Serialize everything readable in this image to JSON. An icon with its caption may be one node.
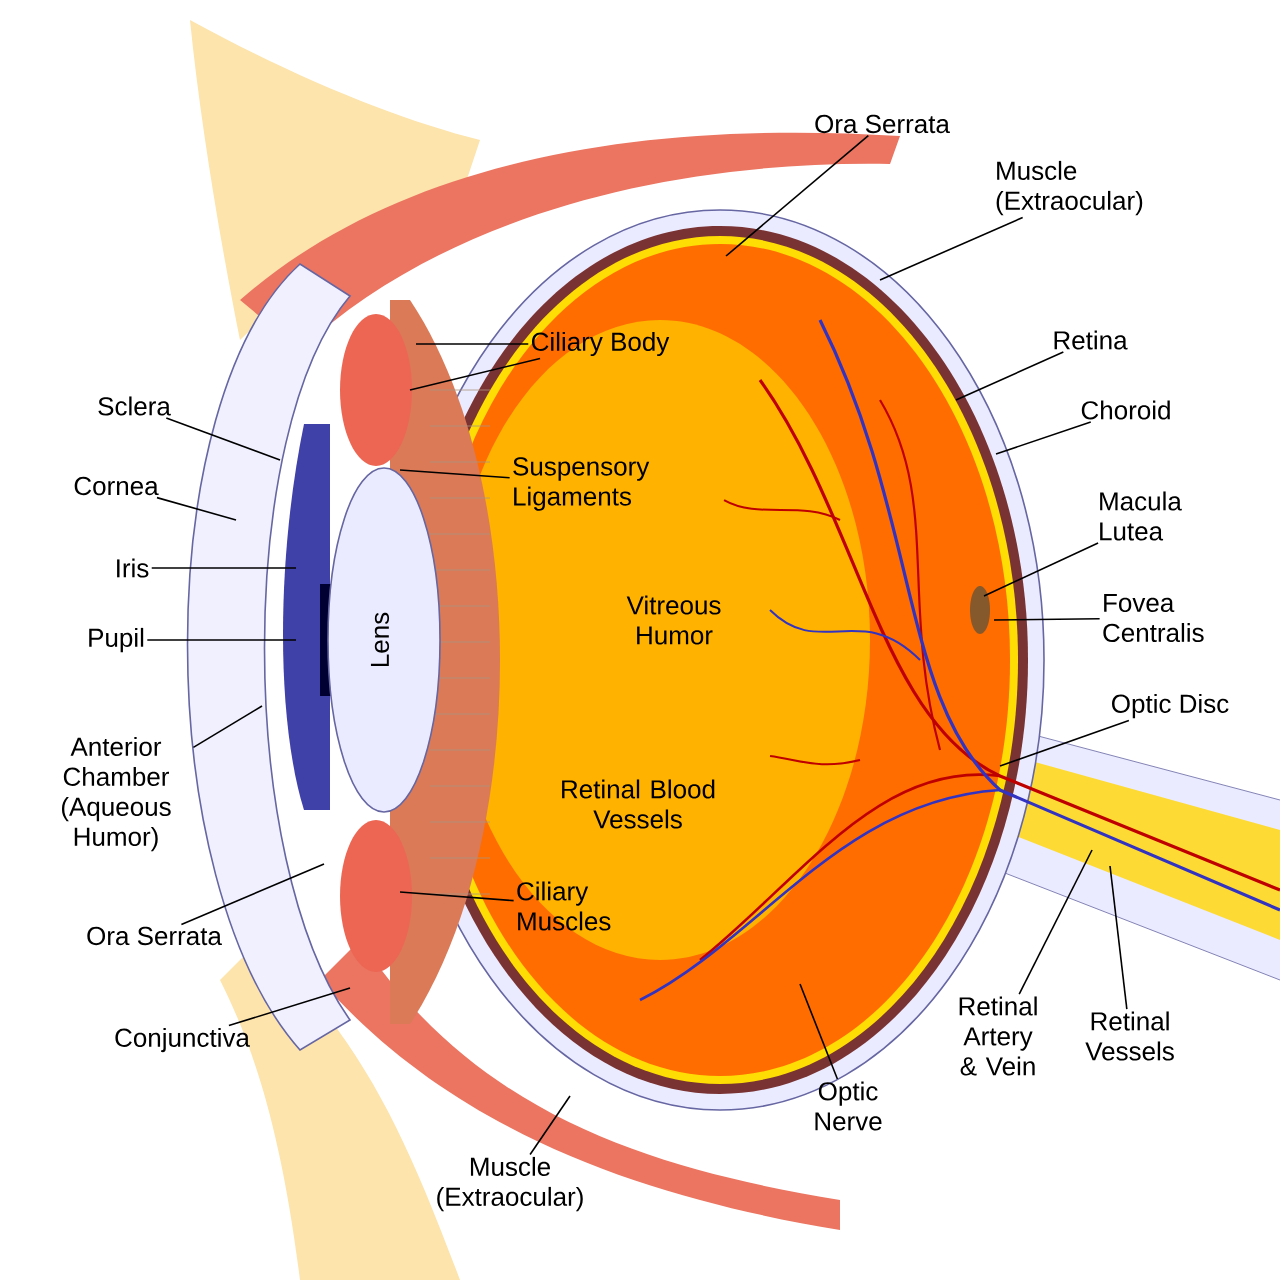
{
  "diagram": {
    "nodes": [
      {
        "text": [
          "Ora Serrata"
        ]
      },
      {
        "text": [
          "Muscle (Extraocular)"
        ]
      },
      {
        "text": [
          "Retina"
        ]
      },
      {
        "text": [
          "Choroid"
        ]
      },
      {
        "text": [
          "Macula Lutea"
        ]
      },
      {
        "text": [
          "Fovea Centralis"
        ]
      },
      {
        "text": [
          "Optic Disc"
        ]
      },
      {
        "text": [
          "Retinal Artery & Vein"
        ]
      },
      {
        "text": [
          "Retinal Vessels"
        ]
      },
      {
        "text": [
          "Optic Nerve"
        ]
      },
      {
        "text": [
          "Muscle (Extraocular)"
        ]
      },
      {
        "text": [
          "Conjunctiva"
        ]
      },
      {
        "text": [
          "Ora Serrata"
        ]
      },
      {
        "text": [
          "Anterior Chamber (Aqueous Humor)"
        ]
      },
      {
        "text": [
          "Pupil"
        ]
      },
      {
        "text": [
          "Iris"
        ]
      },
      {
        "text": [
          "Cornea"
        ]
      },
      {
        "text": [
          "Sclera"
        ]
      },
      {
        "text": [
          "Ciliary Body"
        ]
      },
      {
        "text": [
          "Suspensory Ligaments"
        ]
      },
      {
        "text": [
          "Ciliary Muscles"
        ]
      }
    ],
    "edges": [
      {
        "from": 0,
        "to": null,
        "arrow": "none"
      },
      {
        "from": 1,
        "to": null,
        "arrow": "none"
      },
      {
        "from": 2,
        "to": null,
        "arrow": "none"
      },
      {
        "from": 3,
        "to": null,
        "arrow": "none"
      },
      {
        "from": 4,
        "to": null,
        "arrow": "none"
      },
      {
        "from": 5,
        "to": null,
        "arrow": "none"
      },
      {
        "from": 6,
        "to": null,
        "arrow": "none"
      },
      {
        "from": 7,
        "to": null,
        "arrow": "none"
      },
      {
        "from": 8,
        "to": null,
        "arrow": "none"
      },
      {
        "from": 9,
        "to": null,
        "arrow": "none"
      },
      {
        "from": 10,
        "to": null,
        "arrow": "none"
      },
      {
        "from": 11,
        "to": null,
        "arrow": "none"
      },
      {
        "from": 12,
        "to": null,
        "arrow": "none"
      },
      {
        "from": 13,
        "to": null,
        "arrow": "none"
      },
      {
        "from": 14,
        "to": null,
        "arrow": "none"
      },
      {
        "from": 15,
        "to": null,
        "arrow": "none"
      },
      {
        "from": 16,
        "to": null,
        "arrow": "none"
      },
      {
        "from": 17,
        "to": null,
        "arrow": "none"
      },
      {
        "from": 18,
        "to": null,
        "arrow": "none"
      },
      {
        "from": 18,
        "to": null,
        "arrow": "none"
      },
      {
        "from": 19,
        "to": null,
        "arrow": "none"
      },
      {
        "from": 20,
        "to": null,
        "arrow": "none"
      }
    ],
    "labels": [
      "Lens",
      "Vitreous Humor",
      "Retinal Blood Vessels"
    ]
  }
}
